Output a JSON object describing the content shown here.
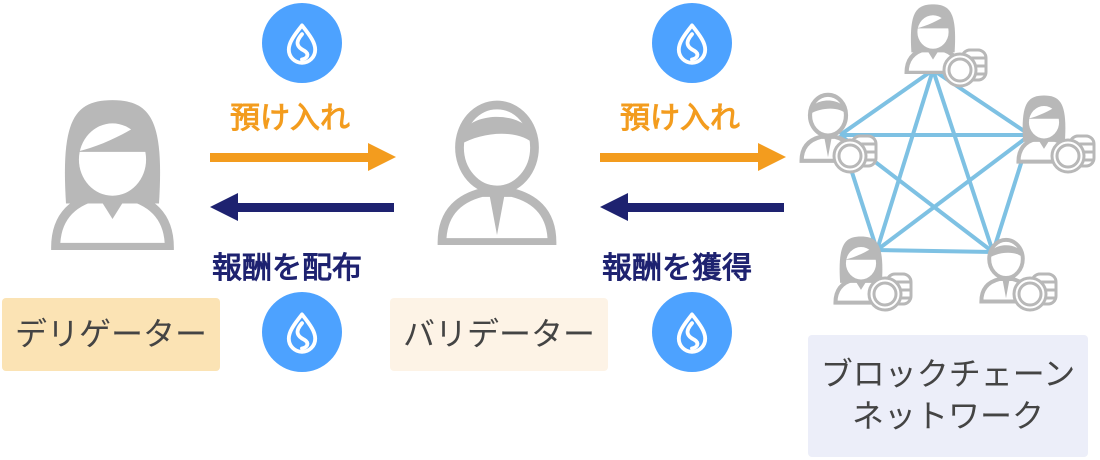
{
  "labels": {
    "deposit_left": "預け入れ",
    "deposit_right": "預け入れ",
    "reward_distribute": "報酬を配布",
    "reward_earn": "報酬を獲得"
  },
  "roles": {
    "delegator": "デリゲーター",
    "validator": "バリデーター",
    "network_line1": "ブロックチェーン",
    "network_line2": "ネットワーク"
  },
  "colors": {
    "sui_blue": "#4da2ff",
    "deposit_arrow": "#f39c1e",
    "reward_arrow": "#1e2270",
    "network_line": "#7ec1e3",
    "person_gray": "#b8b8b8",
    "delegator_box": "#fbe3b4",
    "validator_box": "#fdf3e6",
    "network_box": "#eceef9"
  },
  "icons": [
    "sui-drop-icon",
    "person-icon",
    "coin-stack-icon"
  ]
}
